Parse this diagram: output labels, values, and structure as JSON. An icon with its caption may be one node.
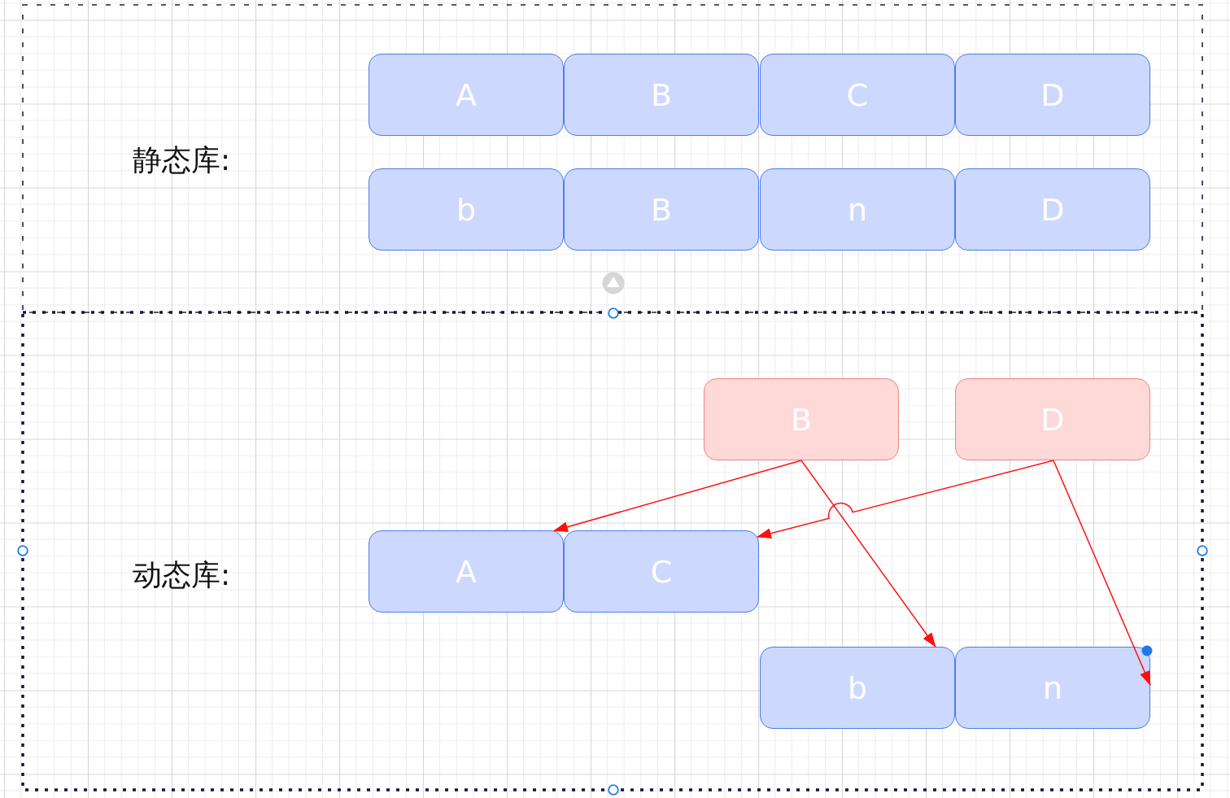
{
  "diagram": {
    "nodes": [
      {
        "text": [
          "静态库:"
        ]
      },
      {
        "text": [
          "A"
        ],
        "in": 0
      },
      {
        "text": [
          "B"
        ],
        "in": 0
      },
      {
        "text": [
          "C"
        ],
        "in": 0
      },
      {
        "text": [
          "D"
        ],
        "in": 0
      },
      {
        "text": [
          "b"
        ],
        "in": 0
      },
      {
        "text": [
          "B"
        ],
        "in": 0
      },
      {
        "text": [
          "n"
        ],
        "in": 0
      },
      {
        "text": [
          "D"
        ],
        "in": 0
      },
      {
        "text": [
          "动态库:"
        ]
      },
      {
        "text": [
          "B"
        ],
        "in": 9
      },
      {
        "text": [
          "D"
        ],
        "in": 9
      },
      {
        "text": [
          "A"
        ],
        "in": 9
      },
      {
        "text": [
          "C"
        ],
        "in": 9
      },
      {
        "text": [
          "b"
        ],
        "in": 9
      },
      {
        "text": [
          "n"
        ],
        "in": 9
      }
    ],
    "edges": [
      {
        "from": 10,
        "to": 12,
        "arrow": "to"
      },
      {
        "from": 10,
        "to": 14,
        "arrow": "to"
      },
      {
        "from": 11,
        "to": 13,
        "arrow": "to"
      },
      {
        "from": 11,
        "to": 15,
        "arrow": "to"
      }
    ]
  }
}
